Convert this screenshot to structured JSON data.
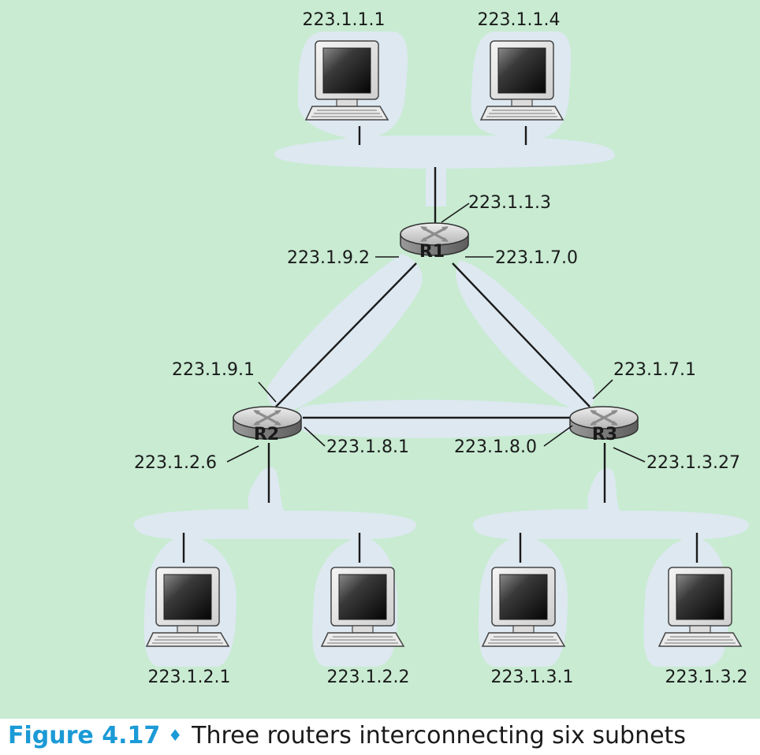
{
  "colors": {
    "background": "#c8ebd2",
    "subnet_halo": "#dde8f0",
    "link": "#1a1a1a",
    "caption_accent": "#1b9ad6"
  },
  "routers": [
    {
      "id": "r1",
      "label": "R1"
    },
    {
      "id": "r2",
      "label": "R2"
    },
    {
      "id": "r3",
      "label": "R3"
    }
  ],
  "hosts": [
    {
      "id": "h1",
      "ip": "223.1.1.1"
    },
    {
      "id": "h2",
      "ip": "223.1.1.4"
    },
    {
      "id": "h3",
      "ip": "223.1.2.1"
    },
    {
      "id": "h4",
      "ip": "223.1.2.2"
    },
    {
      "id": "h5",
      "ip": "223.1.3.1"
    },
    {
      "id": "h6",
      "ip": "223.1.3.2"
    }
  ],
  "interfaces": [
    {
      "id": "r1-top",
      "ip": "223.1.1.3"
    },
    {
      "id": "r1-left",
      "ip": "223.1.9.2"
    },
    {
      "id": "r1-right",
      "ip": "223.1.7.0"
    },
    {
      "id": "r2-top",
      "ip": "223.1.9.1"
    },
    {
      "id": "r2-right",
      "ip": "223.1.8.1"
    },
    {
      "id": "r2-bottom",
      "ip": "223.1.2.6"
    },
    {
      "id": "r3-top",
      "ip": "223.1.7.1"
    },
    {
      "id": "r3-left",
      "ip": "223.1.8.0"
    },
    {
      "id": "r3-bottom",
      "ip": "223.1.3.27"
    }
  ],
  "caption": {
    "figure": "Figure 4.17",
    "diamond": "♦",
    "text": "Three routers interconnecting six subnets"
  }
}
